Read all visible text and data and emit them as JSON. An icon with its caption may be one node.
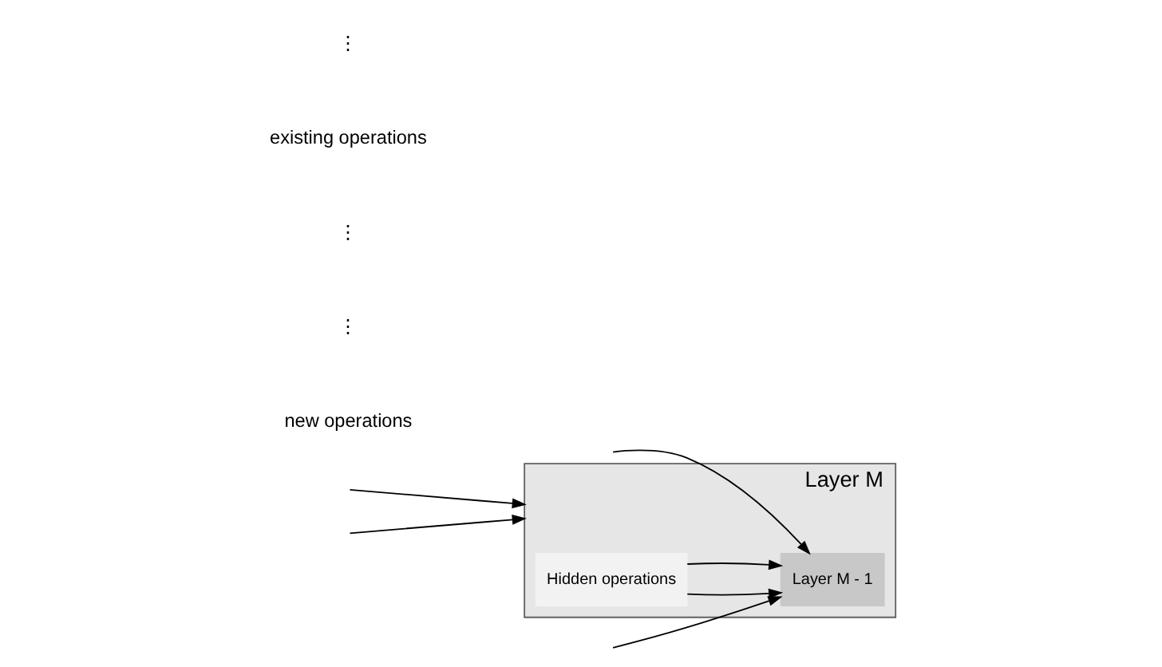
{
  "diagram": {
    "nodes": [
      {
        "text": [
          "Layer M"
        ]
      },
      {
        "text": [
          "Layer M - 1"
        ],
        "in": 0
      },
      {
        "text": [
          "Hidden operations"
        ],
        "in": 0
      }
    ],
    "edges": [
      {
        "from": null,
        "to": 0,
        "arrow": "to"
      },
      {
        "from": null,
        "to": 0,
        "arrow": "to"
      },
      {
        "from": 2,
        "to": 1,
        "arrow": "to"
      },
      {
        "from": 2,
        "to": 1,
        "arrow": "to"
      },
      {
        "from": null,
        "to": 1,
        "arrow": "to"
      },
      {
        "from": null,
        "to": 1,
        "arrow": "to"
      }
    ],
    "labels": [
      "new operations",
      "⋮",
      "⋮",
      "existing operations",
      "⋮"
    ]
  }
}
